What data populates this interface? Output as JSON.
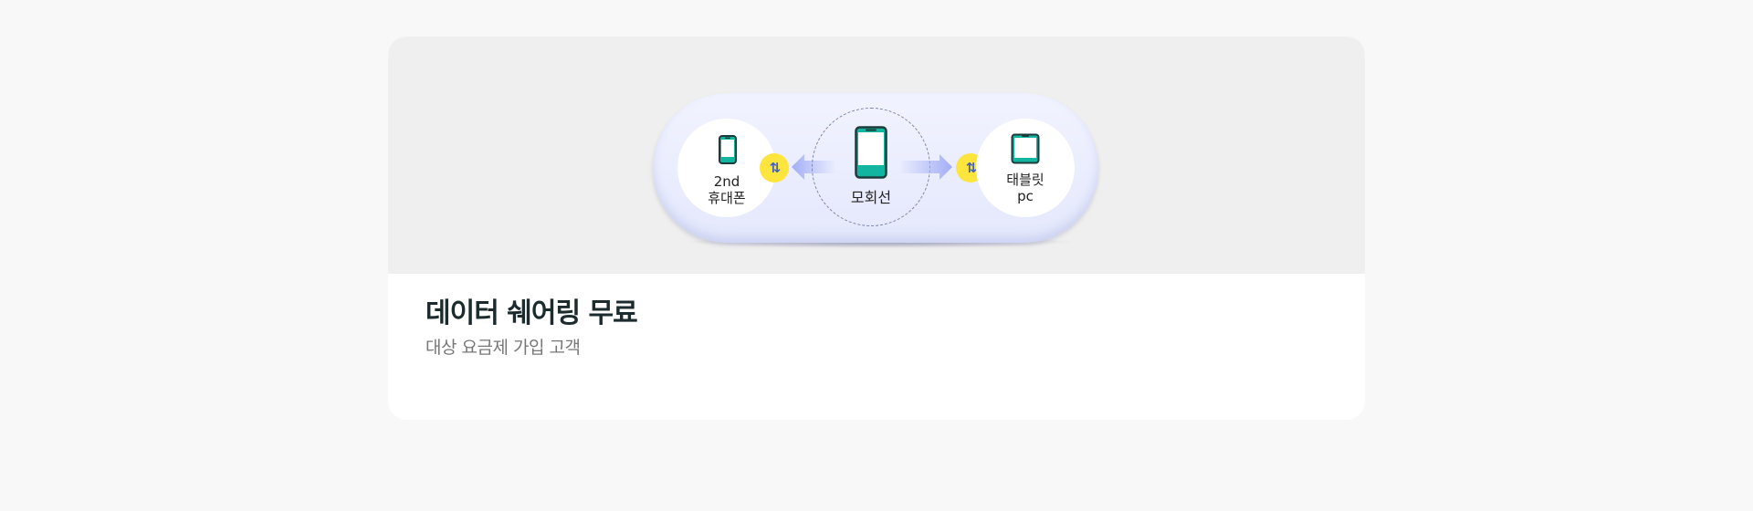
{
  "card": {
    "title": "데이터 쉐어링 무료",
    "description": "대상 요금제 가입 고객"
  },
  "diagram": {
    "left_node": {
      "line1": "2nd",
      "line2": "휴대폰",
      "icon": "phone-icon"
    },
    "center_node": {
      "label": "모회선",
      "icon": "phone-icon"
    },
    "right_node": {
      "line1": "태블릿",
      "line2": "pc",
      "icon": "tablet-icon"
    },
    "swap_icon": "swap-arrows-icon"
  },
  "colors": {
    "page_background": "#f8f8f8",
    "visual_background": "#efefef",
    "device_teal": "#12b5a0",
    "badge_yellow": "#fde53e",
    "arrow_periwinkle": "#aab4f5",
    "title_color": "#1c2b2d",
    "description_color": "#777777"
  }
}
